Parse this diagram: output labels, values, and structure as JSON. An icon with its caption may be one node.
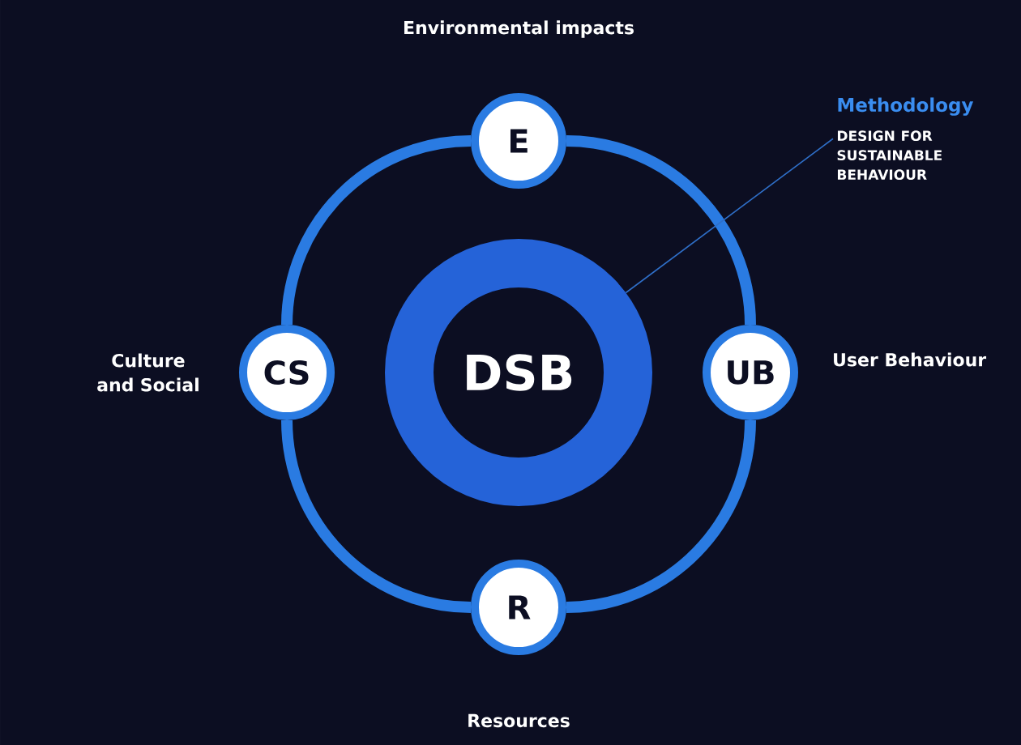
{
  "diagram": {
    "nodes": [
      {
        "text": [
          "DSB"
        ]
      },
      {
        "text": [
          "E"
        ],
        "beside": [
          "Environmental impacts"
        ]
      },
      {
        "text": [
          "UB"
        ],
        "beside": [
          "User Behaviour"
        ]
      },
      {
        "text": [
          "R"
        ],
        "beside": [
          "Resources"
        ]
      },
      {
        "text": [
          "CS"
        ],
        "beside": [
          "Culture and Social"
        ]
      },
      {
        "text": [
          "Methodology",
          "DESIGN FOR SUSTAINABLE BEHAVIOUR"
        ]
      }
    ],
    "edges": [
      {
        "from": 1,
        "to": 2,
        "arrow": "none"
      },
      {
        "from": 2,
        "to": 3,
        "arrow": "none"
      },
      {
        "from": 3,
        "to": 4,
        "arrow": "none"
      },
      {
        "from": 4,
        "to": 1,
        "arrow": "none"
      },
      {
        "from": 5,
        "to": 0,
        "arrow": "none",
        "color": "#2f6fc8"
      }
    ]
  }
}
